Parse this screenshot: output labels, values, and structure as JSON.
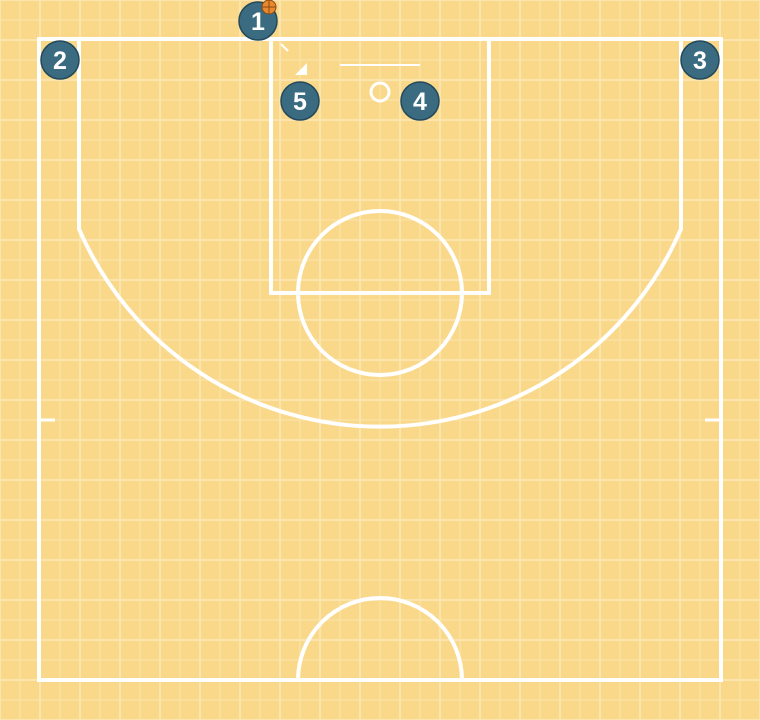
{
  "court": {
    "background_color": "#f9d88a",
    "grid_color": "#fbe4ae",
    "line_color": "#ffffff"
  },
  "players": {
    "color": "#3a6b80",
    "outline_color": "#24495a",
    "list": [
      {
        "label": "1",
        "has_ball": true
      },
      {
        "label": "2",
        "has_ball": false
      },
      {
        "label": "3",
        "has_ball": false
      },
      {
        "label": "4",
        "has_ball": false
      },
      {
        "label": "5",
        "has_ball": false
      }
    ]
  },
  "ball": {
    "color": "#e8892f",
    "seam_color": "#8a4a12"
  }
}
